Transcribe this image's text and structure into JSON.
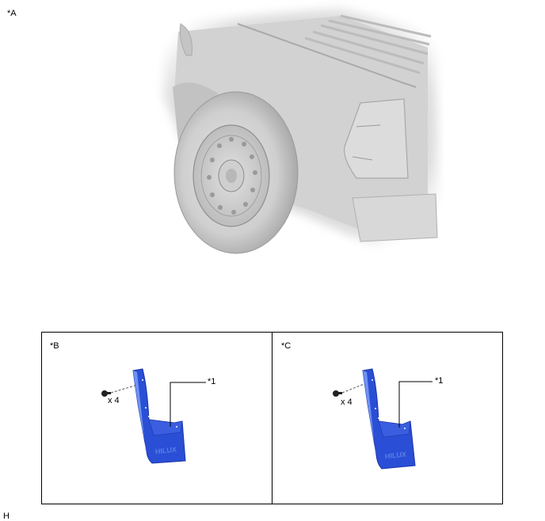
{
  "figure": {
    "main_view": {
      "label": "*A",
      "illustration": "rear-quarter-of-pickup-truck-with-wheel"
    },
    "panels": [
      {
        "label": "*B",
        "callout": "*1",
        "fastener_qty": "x 4",
        "part": "mud-flap",
        "part_text": "HILUX"
      },
      {
        "label": "*C",
        "callout": "*1",
        "fastener_qty": "x 4",
        "part": "mud-flap",
        "part_text": "HILUX"
      }
    ],
    "footer_code": "H",
    "colors": {
      "part_blue": "#2a4fd6",
      "part_blue_dark": "#1a34a8",
      "part_blue_light": "#6f93f2",
      "truck_gray": "#d4d4d4",
      "line": "#000000"
    }
  }
}
